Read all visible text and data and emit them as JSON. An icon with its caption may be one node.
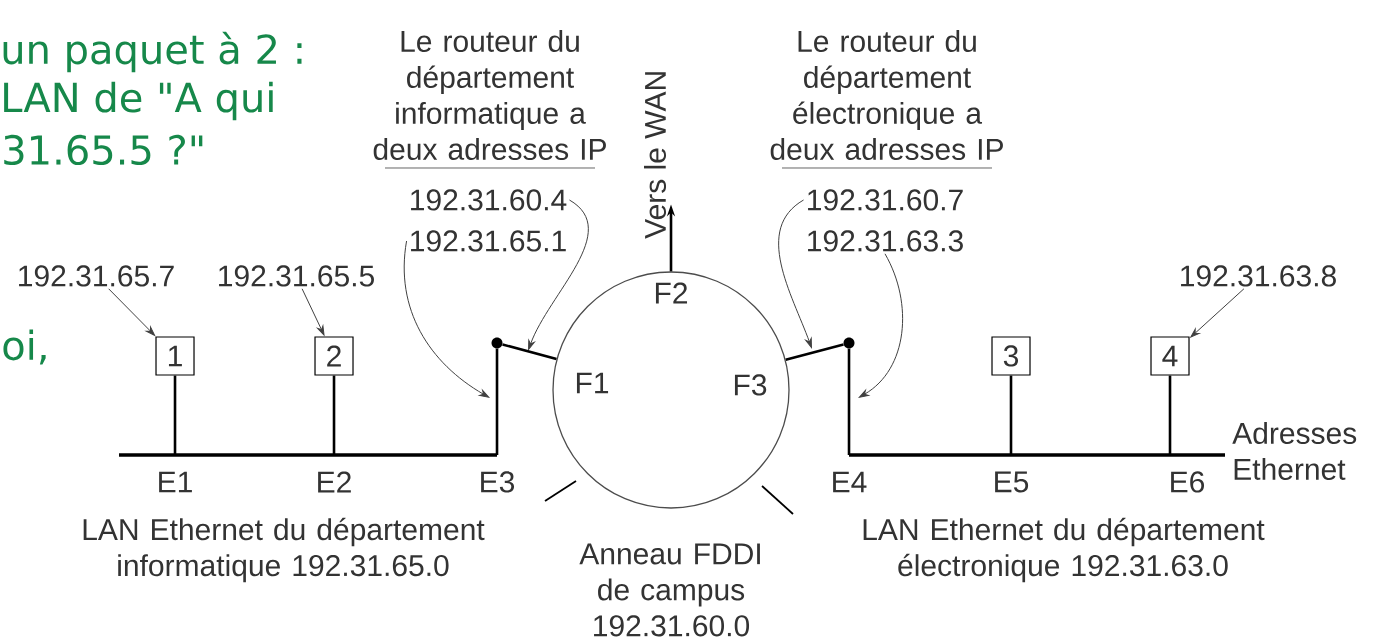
{
  "diagram": {
    "nodes": [
      {
        "text": [
          "1"
        ]
      },
      {
        "text": [
          "2"
        ]
      },
      {
        "text": [
          "3"
        ]
      },
      {
        "text": [
          "4"
        ]
      },
      {
        "text": [],
        "shape": "circle"
      },
      {
        "text": [],
        "shape": "circle"
      },
      {
        "text": [],
        "shape": "circle",
        "beside": [
          "Anneau FDDI de campus 192.31.60.0"
        ]
      },
      {
        "text": [],
        "shape": "bar",
        "beside": [
          "LAN Ethernet du département informatique 192.31.65.0"
        ]
      },
      {
        "text": [],
        "shape": "bar",
        "beside": [
          "LAN Ethernet du département électronique 192.31.63.0"
        ]
      },
      {
        "text": [
          "192.31.65.7"
        ]
      },
      {
        "text": [
          "192.31.65.5"
        ]
      },
      {
        "text": [
          "192.31.60.4"
        ]
      },
      {
        "text": [
          "192.31.65.1"
        ]
      },
      {
        "text": [
          "192.31.60.7"
        ]
      },
      {
        "text": [
          "192.31.63.3"
        ]
      },
      {
        "text": [
          "192.31.63.8"
        ]
      }
    ],
    "edges": [
      {
        "from": 9,
        "to": 0,
        "arrow": "to"
      },
      {
        "from": 10,
        "to": 1,
        "arrow": "to"
      },
      {
        "from": 15,
        "to": 3,
        "arrow": "to"
      },
      {
        "from": 11,
        "to": null,
        "arrow": "to"
      },
      {
        "from": 12,
        "to": null,
        "arrow": "to"
      },
      {
        "from": 13,
        "to": null,
        "arrow": "to"
      },
      {
        "from": 14,
        "to": null,
        "arrow": "to"
      },
      {
        "from": 0,
        "to": 7,
        "arrow": "none"
      },
      {
        "from": 1,
        "to": 7,
        "arrow": "none"
      },
      {
        "from": 2,
        "to": 8,
        "arrow": "none"
      },
      {
        "from": 3,
        "to": 8,
        "arrow": "none"
      },
      {
        "from": 4,
        "to": 7,
        "arrow": "none"
      },
      {
        "from": 5,
        "to": 8,
        "arrow": "none"
      },
      {
        "from": 4,
        "to": 6,
        "arrow": "none"
      },
      {
        "from": 5,
        "to": 6,
        "arrow": "none"
      },
      {
        "from": 6,
        "to": null,
        "arrow": "to",
        "label": "Vers le WAN"
      }
    ],
    "labels": [
      "un paquet à 2 :",
      "LAN de \"A qui",
      "31.65.5 ?\"",
      "oi,",
      "Le routeur du département informatique a deux adresses IP",
      "Le routeur du département électronique a deux adresses IP",
      "E1",
      "E2",
      "E3",
      "E4",
      "E5",
      "E6",
      "F2",
      "F1",
      "F3",
      "Adresses Ethernet"
    ]
  }
}
